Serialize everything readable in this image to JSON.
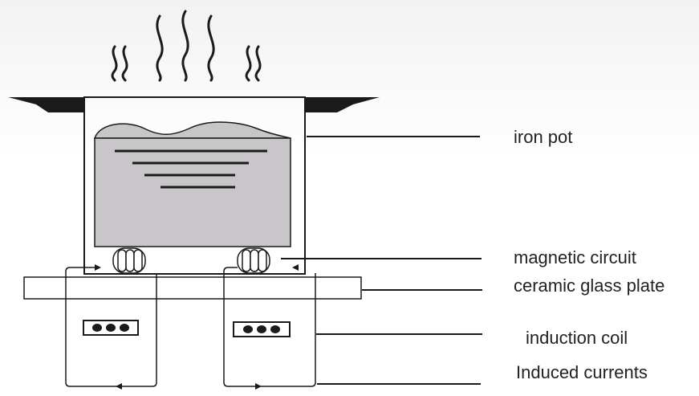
{
  "labels": {
    "iron_pot": "iron pot",
    "magnetic_circuit": "magnetic circuit",
    "ceramic_glass_plate": "ceramic glass plate",
    "induction_coil": "induction coil",
    "induced_currents": "Induced currents"
  },
  "colors": {
    "line": "#1a1a1a",
    "food": "#c9c6ca",
    "glass_plate": "#ffffff",
    "background_top": "#f2f2f2"
  }
}
